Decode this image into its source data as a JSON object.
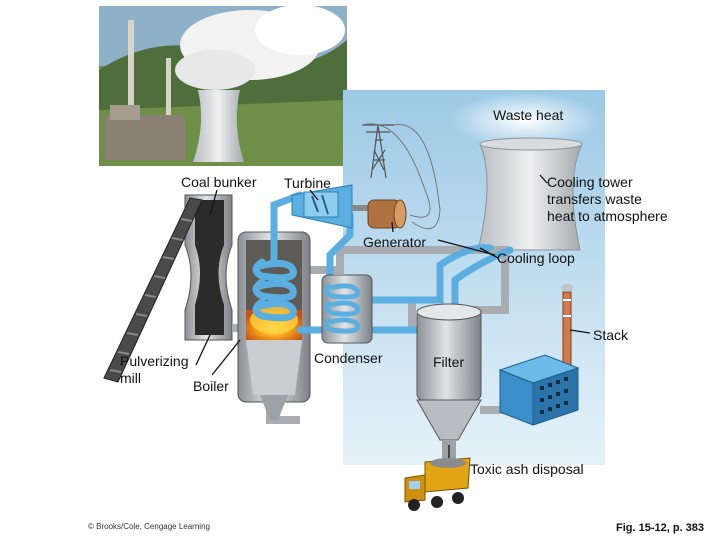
{
  "labels": {
    "waste_heat": "Waste heat",
    "coal_bunker": "Coal bunker",
    "turbine": "Turbine",
    "generator": "Generator",
    "cooling_tower_lines": [
      "Cooling tower",
      "transfers waste",
      "heat to atmosphere"
    ],
    "cooling_loop": "Cooling loop",
    "stack": "Stack",
    "pulverizing_mill_lines": [
      "Pulverizing",
      "mill"
    ],
    "boiler": "Boiler",
    "condenser": "Condenser",
    "filter": "Filter",
    "toxic_ash_disposal": "Toxic ash disposal"
  },
  "credit": "© Brooks/Cole, Cengage Learning",
  "figure_ref": "Fig. 15-12, p. 383",
  "colors": {
    "pipe_blue": "#5aaee0",
    "pipe_gray": "#a9adb1",
    "flame": "#f7a21a",
    "sky": "#c9e3f1",
    "coal": "#2b2b2b",
    "truck": "#e2a516"
  }
}
